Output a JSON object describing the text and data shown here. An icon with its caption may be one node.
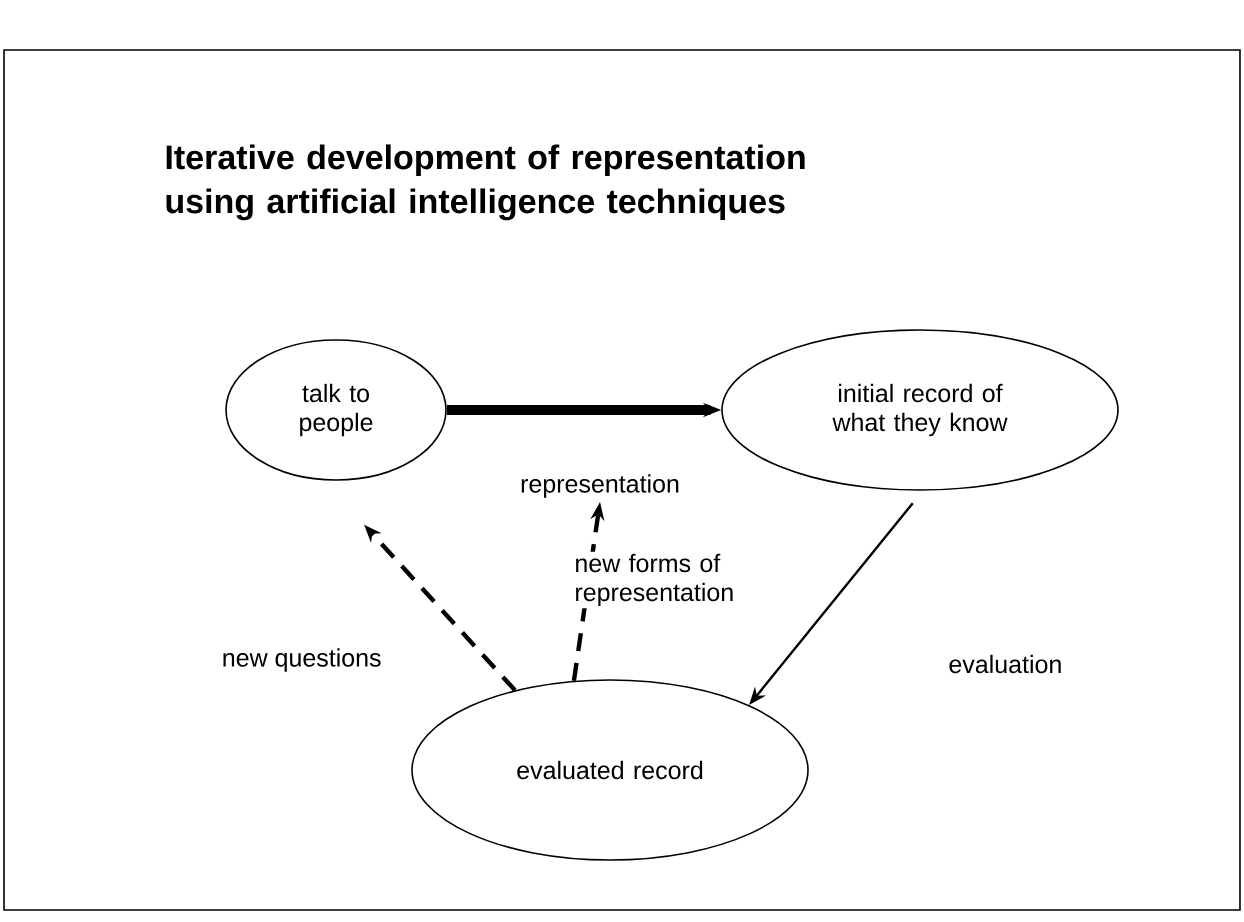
{
  "diagram": {
    "title": "Iterative development of representation using artificial intelligence techniques",
    "nodes": [
      {
        "text": [
          "talk to people"
        ]
      },
      {
        "text": [
          "initial record of what they know"
        ]
      },
      {
        "text": [
          "evaluated record"
        ]
      },
      {
        "text": [
          "representation"
        ]
      }
    ],
    "edges": [
      {
        "from": 0,
        "to": 1,
        "arrow": "to",
        "style": "thick"
      },
      {
        "from": 1,
        "to": 2,
        "arrow": "to",
        "label": "evaluation"
      },
      {
        "from": 2,
        "to": 0,
        "arrow": "to",
        "style": "dashed",
        "label": "new questions"
      },
      {
        "from": 2,
        "to": 3,
        "arrow": "to",
        "style": "dashed",
        "label": "new forms of representation"
      }
    ]
  }
}
